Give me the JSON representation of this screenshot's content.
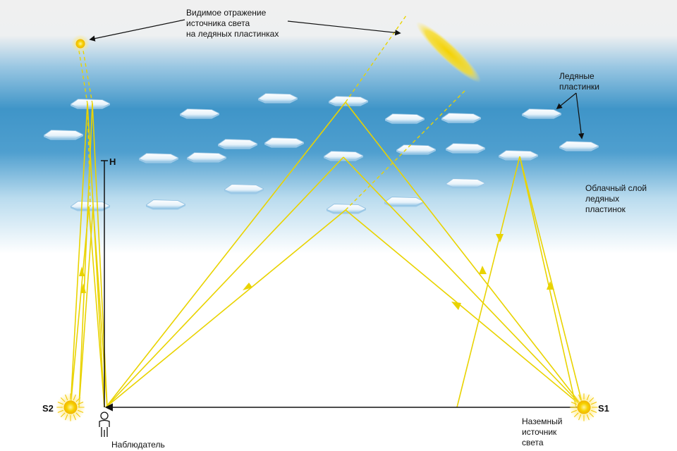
{
  "labels": {
    "reflection": "Видимое отражение\nисточника света\nна ледяных пластинках",
    "plates": "Ледяные\nпластинки",
    "cloud_layer": "Облачный слой\nледяных\nпластинок",
    "height": "H",
    "source_s2": "S2",
    "source_s1": "S1",
    "observer": "Наблюдатель",
    "ground_source": "Наземный\nисточник\nсвета"
  },
  "colors": {
    "sky_top": "#eeeeee",
    "cloud_band": "#3f95c8",
    "ray": "#e9d300",
    "light_core": "#f2c400",
    "ink": "#111111"
  },
  "icons": {
    "observer": "person-icon",
    "source": "sun-icon",
    "plate": "hexagon-plate-icon"
  }
}
